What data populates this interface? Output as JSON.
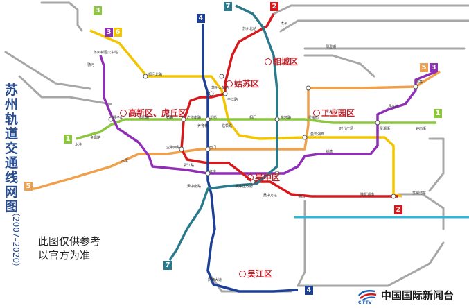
{
  "title_lines": [
    "苏",
    "州",
    "轨",
    "道",
    "交",
    "通",
    "线",
    "网",
    "图"
  ],
  "years_text": "（2007–2020）",
  "note_lines": [
    "此图仅供参考",
    "以官方为准"
  ],
  "districts": {
    "xiangcheng": "相城区",
    "gusu": "姑苏区",
    "gaoxin": "高新区、虎丘区",
    "gongye": "工业园区",
    "wuzhong": "吴中区",
    "wujiang": "吴江区"
  },
  "line_colors": {
    "1": "#8cc63f",
    "2": "#d7191c",
    "3": "#8e2fb5",
    "4": "#1d3f95",
    "5": "#f0a04b",
    "6": "#f2c500",
    "7": "#2a7a8c",
    "8": "#9a9a9a",
    "9": "#30b6d8"
  },
  "badges": [
    {
      "id": "b-1-west",
      "text": "1",
      "color": "#8cc63f"
    },
    {
      "id": "b-1-east",
      "text": "1",
      "color": "#8cc63f"
    },
    {
      "id": "b-2-north",
      "text": "2",
      "color": "#d7191c"
    },
    {
      "id": "b-2-south",
      "text": "2",
      "color": "#d7191c"
    },
    {
      "id": "b-3-nw",
      "text": "3",
      "color": "#8e2fb5"
    },
    {
      "id": "b-3-east",
      "text": "3",
      "color": "#8e2fb5"
    },
    {
      "id": "b-4-north",
      "text": "4",
      "color": "#1d3f95"
    },
    {
      "id": "b-4-south",
      "text": "4",
      "color": "#1d3f95"
    },
    {
      "id": "b-5-west",
      "text": "5",
      "color": "#f0a04b"
    },
    {
      "id": "b-5-east",
      "text": "5",
      "color": "#f0a04b"
    },
    {
      "id": "b-6-nw",
      "text": "6",
      "color": "#f2c500"
    },
    {
      "id": "b-7-north",
      "text": "7",
      "color": "#2a7a8c"
    },
    {
      "id": "b-7-south",
      "text": "7",
      "color": "#2a7a8c"
    },
    {
      "id": "b-3-top",
      "text": "3",
      "color": "#8cc63f"
    }
  ],
  "stations": {
    "s1": "苏州火车站",
    "s2": "乐桥",
    "s3": "石路",
    "s4": "广济南路",
    "s5": "养育巷",
    "s6": "临顿路",
    "s7": "相门",
    "s8": "东环路",
    "s9": "星海街",
    "s10": "时代广场",
    "s11": "星湖街",
    "s12": "钟南街",
    "s13": "木渎",
    "s14": "金枫路",
    "s15": "狮子山",
    "s16": "塔园路",
    "s17": "苏州新区火车站",
    "s18": "骑河",
    "s19": "桐泾北路",
    "s20": "南门",
    "s21": "红庄",
    "s22": "宝带西路",
    "s23": "尹中南路",
    "s24": "同津大道",
    "s25": "苏州湾东",
    "s26": "木里",
    "s27": "平江路",
    "s28": "苏州北站",
    "s29": "太平",
    "s30": "阳澄湖",
    "s31": "唯亭",
    "s32": "独墅湖南",
    "s33": "斜塘",
    "s34": "金鸡湖西",
    "s35": "吴中区政府",
    "s36": "吴中万达",
    "s37": "月亮湾",
    "s38": "东方之门",
    "s39": "胥江路",
    "s40": "索山"
  },
  "logo": {
    "text": "中国国际新闻台",
    "sub": "CIFTV"
  }
}
